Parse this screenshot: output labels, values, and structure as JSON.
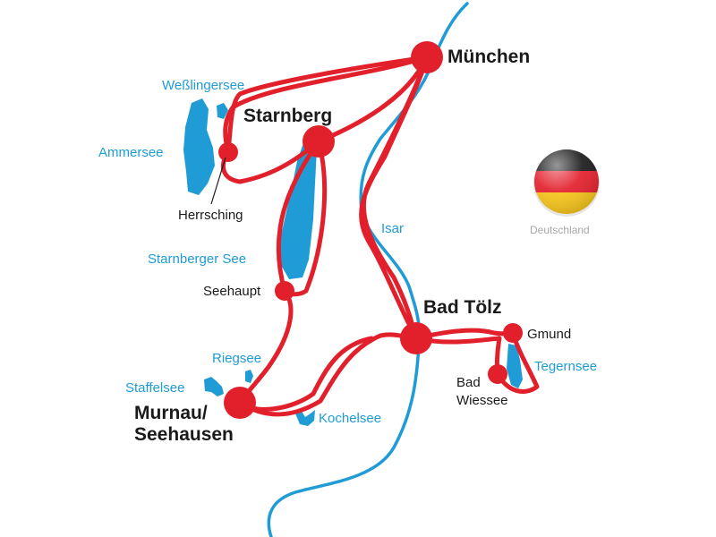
{
  "colors": {
    "water": "#1f9bd6",
    "route": "#e2202c",
    "stop": "#e2202c",
    "text": "#1a1a1a",
    "country_label": "#a8a8a8"
  },
  "cities": {
    "muenchen": "München",
    "starnberg": "Starnberg",
    "herrsching": "Herrsching",
    "seehaupt": "Seehaupt",
    "murnau_line1": "Murnau/",
    "murnau_line2": "Seehausen",
    "bad_toelz": "Bad Tölz",
    "gmund": "Gmund",
    "bad_wiessee_line1": "Bad",
    "bad_wiessee_line2": "Wiessee"
  },
  "waters": {
    "wesslingersee": "Weßlingersee",
    "ammersee": "Ammersee",
    "starnberger_see": "Starnberger See",
    "isar": "Isar",
    "riegsee": "Riegsee",
    "staffelsee": "Staffelsee",
    "kochelsee": "Kochelsee",
    "tegernsee": "Tegernsee"
  },
  "country": {
    "label": "Deutschland",
    "flag_icon": "germany-flag-icon",
    "flag_colors": [
      "#1a1a1a",
      "#e2202c",
      "#f7c51c"
    ]
  }
}
